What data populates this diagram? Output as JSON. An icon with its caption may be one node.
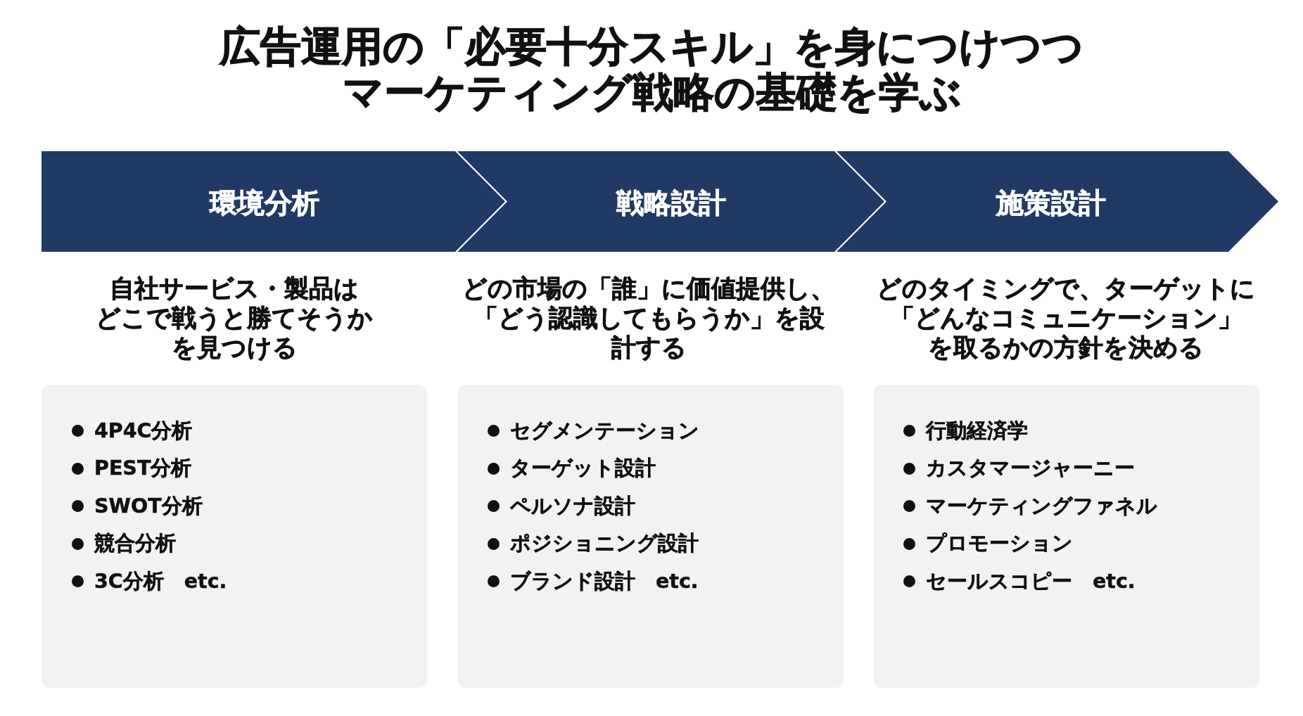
{
  "diagram": {
    "title": "広告運用の「必要十分スキル」を身につけつつマーケティング戦略の基礎を学ぶ",
    "nodes": [
      {
        "text": [
          "環境分析"
        ],
        "beside": [
          "自社サービス・製品はどこで戦うと勝てそうかを見つける"
        ]
      },
      {
        "text": [
          "戦略設計"
        ],
        "beside": [
          "どの市場の「誰」に価値提供し、「どう認識してもらうか」を設計する"
        ]
      },
      {
        "text": [
          "施策設計"
        ],
        "beside": [
          "どのタイミングで、ターゲットに「どんなコミュニケーション」を取るかの方針を決める"
        ]
      },
      {
        "text": [
          "4P4C分析",
          "PEST分析",
          "SWOT分析",
          "競合分析",
          "3C分析　etc."
        ]
      },
      {
        "text": [
          "セグメンテーション",
          "ターゲット設計",
          "ペルソナ設計",
          "ポジショニング設計",
          "ブランド設計　etc."
        ]
      },
      {
        "text": [
          "行動経済学",
          "カスタマージャーニー",
          "マーケティングファネル",
          "プロモーション",
          "セールスコピー　etc."
        ]
      }
    ]
  }
}
